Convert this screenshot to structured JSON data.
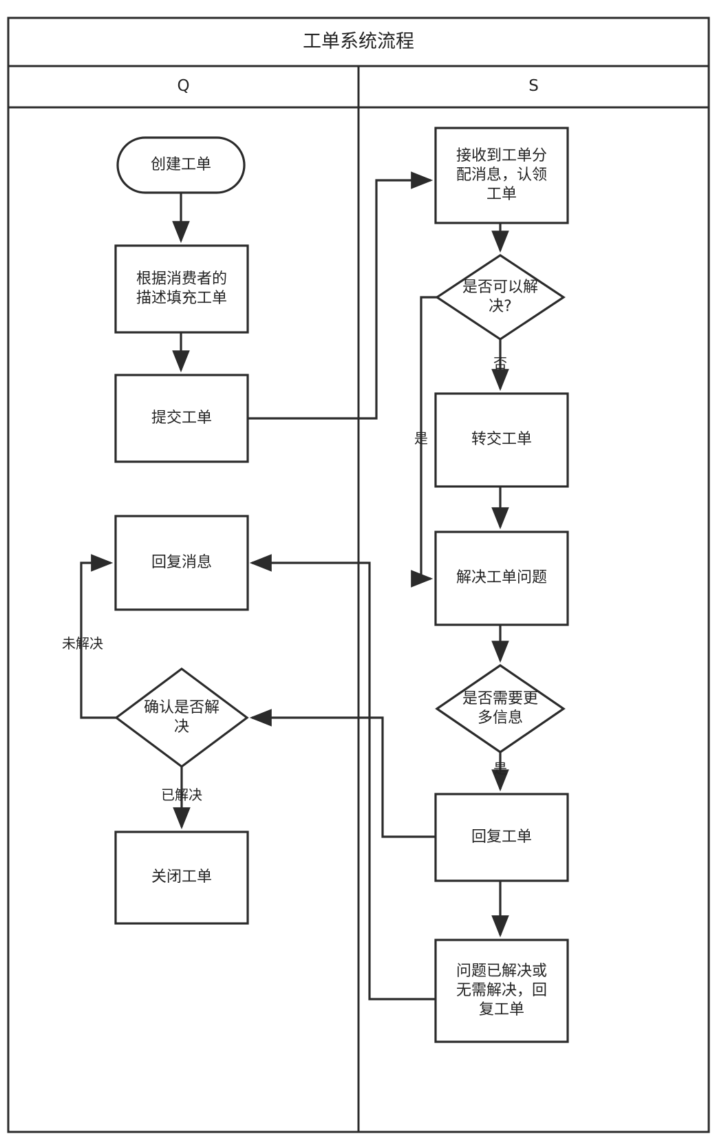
{
  "diagram": {
    "title": "工单系统流程",
    "type": "swimlane-flowchart",
    "lanes": [
      {
        "id": "lane-q",
        "label": "Q"
      },
      {
        "id": "lane-s",
        "label": "S"
      }
    ],
    "nodes": [
      {
        "id": "n1",
        "lane": "lane-q",
        "shape": "rounded",
        "label": "创建工单"
      },
      {
        "id": "n2",
        "lane": "lane-q",
        "shape": "rect",
        "label": "根据消费者的\n描述填充工单"
      },
      {
        "id": "n3",
        "lane": "lane-q",
        "shape": "rect",
        "label": "提交工单"
      },
      {
        "id": "n4",
        "lane": "lane-q",
        "shape": "rect",
        "label": "回复消息"
      },
      {
        "id": "n5",
        "lane": "lane-q",
        "shape": "diamond",
        "label": "确认是否解\n决"
      },
      {
        "id": "n6",
        "lane": "lane-q",
        "shape": "rect",
        "label": "关闭工单"
      },
      {
        "id": "n7",
        "lane": "lane-s",
        "shape": "rect",
        "label": "接收到工单分\n配消息，认领\n工单"
      },
      {
        "id": "n8",
        "lane": "lane-s",
        "shape": "diamond",
        "label": "是否可以解\n决?"
      },
      {
        "id": "n9",
        "lane": "lane-s",
        "shape": "rect",
        "label": "转交工单"
      },
      {
        "id": "n10",
        "lane": "lane-s",
        "shape": "rect",
        "label": "解决工单问题"
      },
      {
        "id": "n11",
        "lane": "lane-s",
        "shape": "diamond",
        "label": "是否需要更\n多信息"
      },
      {
        "id": "n12",
        "lane": "lane-s",
        "shape": "rect",
        "label": "回复工单"
      },
      {
        "id": "n13",
        "lane": "lane-s",
        "shape": "rect",
        "label": "问题已解决或\n无需解决，回\n复工单"
      }
    ],
    "edge_labels": [
      {
        "id": "e-no-solve",
        "label": "否",
        "from": "n8",
        "to": "n9"
      },
      {
        "id": "e-yes-solve",
        "label": "是",
        "from": "n8",
        "to": "n10"
      },
      {
        "id": "e-yes-moreinfo",
        "label": "是",
        "from": "n11",
        "to": "n12"
      },
      {
        "id": "e-unresolved",
        "label": "未解决",
        "from": "n5",
        "to": "n4"
      },
      {
        "id": "e-resolved",
        "label": "已解决",
        "from": "n5",
        "to": "n6"
      }
    ],
    "colors": {
      "stroke": "#2b2b2b",
      "fill": "#ffffff",
      "text": "#232323"
    }
  }
}
